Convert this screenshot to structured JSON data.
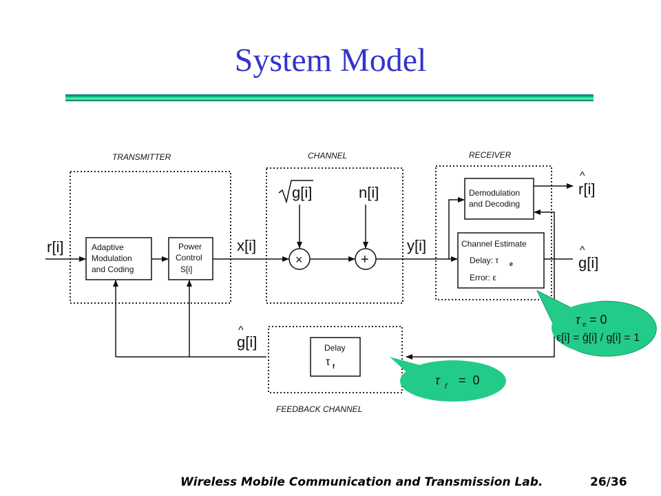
{
  "slide": {
    "title": "System Model",
    "footer": "Wireless Mobile Communication and Transmission Lab.",
    "page": "26/36"
  },
  "diagram": {
    "sections": {
      "transmitter": "TRANSMITTER",
      "channel": "CHANNEL",
      "receiver": "RECEIVER",
      "feedback": "FEEDBACK CHANNEL"
    },
    "blocks": {
      "adaptive": [
        "Adaptive",
        "Modulation",
        "and Coding"
      ],
      "power": [
        "Power",
        "Control",
        "S[i]"
      ],
      "demod": [
        "Demodulation",
        "and Decoding"
      ],
      "estimate": [
        "Channel Estimate",
        "Delay: τ",
        "e",
        "Error: ε"
      ],
      "delay": [
        "Delay",
        "τ",
        "f"
      ]
    },
    "signals": {
      "r_in": "r[i]",
      "x": "x[i]",
      "sqrt_g": "g[i]",
      "n": "n[i]",
      "y": "y[i]",
      "r_hat": "r[i]",
      "g_hat": "g[i]",
      "g_hat_feedback": "g[i]"
    },
    "operators": {
      "multiply": "×",
      "add": "+"
    },
    "callouts": {
      "receiver": {
        "line1": "τ",
        "line1_sub": "e",
        "line1_rest": "= 0",
        "line2": "ε[i] = ĝ[i] / g[i] = 1"
      },
      "feedback": {
        "symbol": "τ",
        "sub": "f",
        "rest": "=  0"
      }
    },
    "colors": {
      "callout_fill": "#22cc88",
      "title": "#3333cc"
    }
  }
}
